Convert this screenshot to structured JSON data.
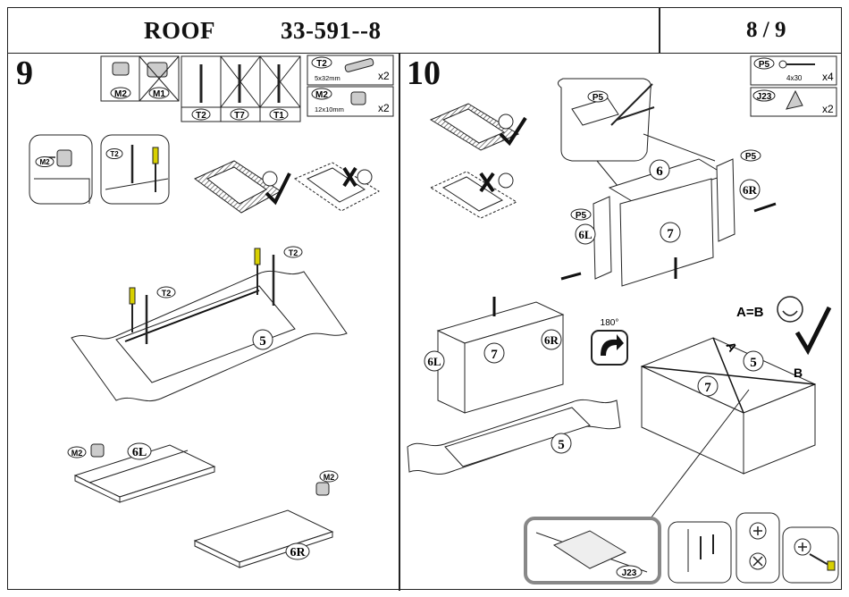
{
  "header": {
    "title": "ROOF",
    "code": "33-591--8",
    "page": "8 / 9"
  },
  "step9": {
    "number": "9",
    "parts_box_left": {
      "m2": "M2",
      "m1": "M1"
    },
    "tools_box": {
      "t2": "T2",
      "t7": "T7",
      "t1": "T1"
    },
    "hardware": [
      {
        "code": "T2",
        "size": "5x32mm",
        "qty": "x2"
      },
      {
        "code": "M2",
        "size": "12x10mm",
        "qty": "x2"
      }
    ],
    "detail_labels": {
      "m2": "M2",
      "t2": "T2"
    },
    "panel_labels": {
      "top": "5",
      "left": "6L",
      "right": "6R"
    },
    "tool_callouts": {
      "a": "T2",
      "b": "T2",
      "c": "M2",
      "d": "M2"
    }
  },
  "step10": {
    "number": "10",
    "hardware": [
      {
        "code": "P5",
        "size": "4x30",
        "qty": "x4"
      },
      {
        "code": "J23",
        "size": "",
        "qty": "x2"
      }
    ],
    "panel_labels": {
      "top": "6",
      "left": "6L",
      "right": "6R",
      "back": "7",
      "base": "5"
    },
    "callouts": {
      "p5_a": "P5",
      "p5_b": "P5",
      "p5_c": "P5",
      "j23": "J23"
    },
    "rotate": "180°",
    "check": {
      "text": "A=B",
      "a": "A",
      "b": "B"
    },
    "box_labels": {
      "left": "6L",
      "right": "6R",
      "back": "7",
      "base": "5",
      "top5": "5",
      "back7": "7"
    }
  }
}
